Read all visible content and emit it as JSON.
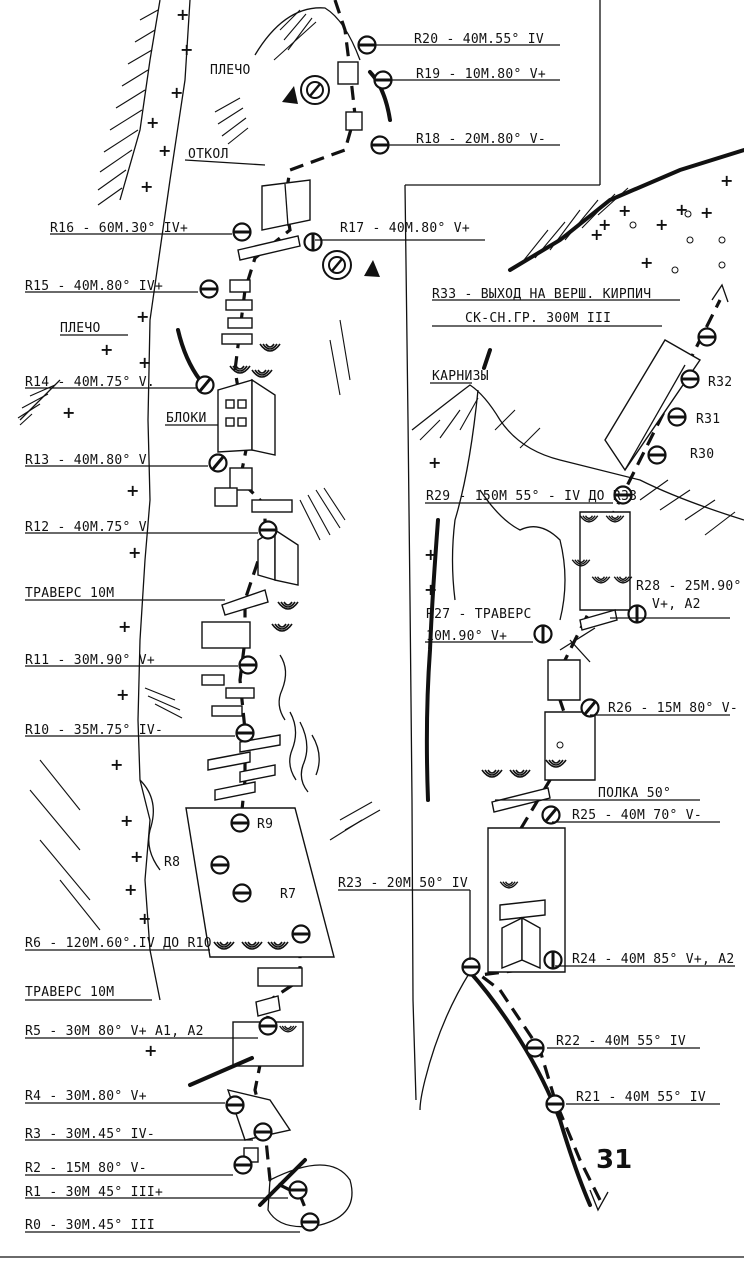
{
  "page_number": "31",
  "anchors": {
    "r20": "R20 - 40M.55° IV",
    "r19": "R19 - 10M.80° V+",
    "r18": "R18 - 20M.80° V-",
    "otkol": "ОТКОЛ",
    "plecho_top": "ПЛЕЧО",
    "r16": "R16 - 60M.30° IV+",
    "r17": "R17 - 40M.80° V+",
    "r15": "R15 - 40M.80° IV+",
    "plecho_mid": "ПЛЕЧО",
    "r14": "R14 - 40M.75° V.",
    "bloki": "БЛОКИ",
    "r13": "R13 - 40M.80° V",
    "r12": "R12 - 40M.75° V",
    "travers_10m": "ТРАВЕРС 10M",
    "r11": "R11 - 30M.90° V+",
    "r10": "R10 - 35M.75° IV-",
    "r9": "R9",
    "r8": "R8",
    "r7": "R7",
    "r6": "R6 - 120M.60°.IV ДО R10",
    "travers_10m_low": "ТРАВЕРС 10M",
    "r5": "R5 - 30M 80° V+ A1, A2",
    "r4": "R4 - 30M.80° V+",
    "r3": "R3 - 30M.45° IV-",
    "r2": "R2 - 15M 80° V-",
    "r1": "R1 - 30M 45° III+",
    "r0": "R0 - 30M.45° III",
    "r33_line1": "R33 - ВЫХОД НА ВЕРШ. КИРПИЧ",
    "r33_line2": "СК-СН.ГР. 300M III",
    "karnizy": "КАРНИЗЫ",
    "r32": "R32",
    "r31": "R31",
    "r30": "R30",
    "r29": "R29 - 150M 55° - IV ДО R33",
    "r28_line1": "R28 - 25M.90°",
    "r28_line2": "V+, A2",
    "r27_line1": "R27 - ТРАВЕРС",
    "r27_line2": "10M.90° V+",
    "r26": "R26 - 15M 80° V-",
    "polka": "ПОЛКА 50°",
    "r25": "R25 - 40M 70° V-",
    "r23": "R23 - 20M 50° IV",
    "r24": "R24 - 40M 85° V+, A2",
    "r22": "R22 - 40M 55° IV",
    "r21": "R21 - 40M 55° IV"
  },
  "colors": {
    "ink": "#111111",
    "paper": "#ffffff"
  }
}
